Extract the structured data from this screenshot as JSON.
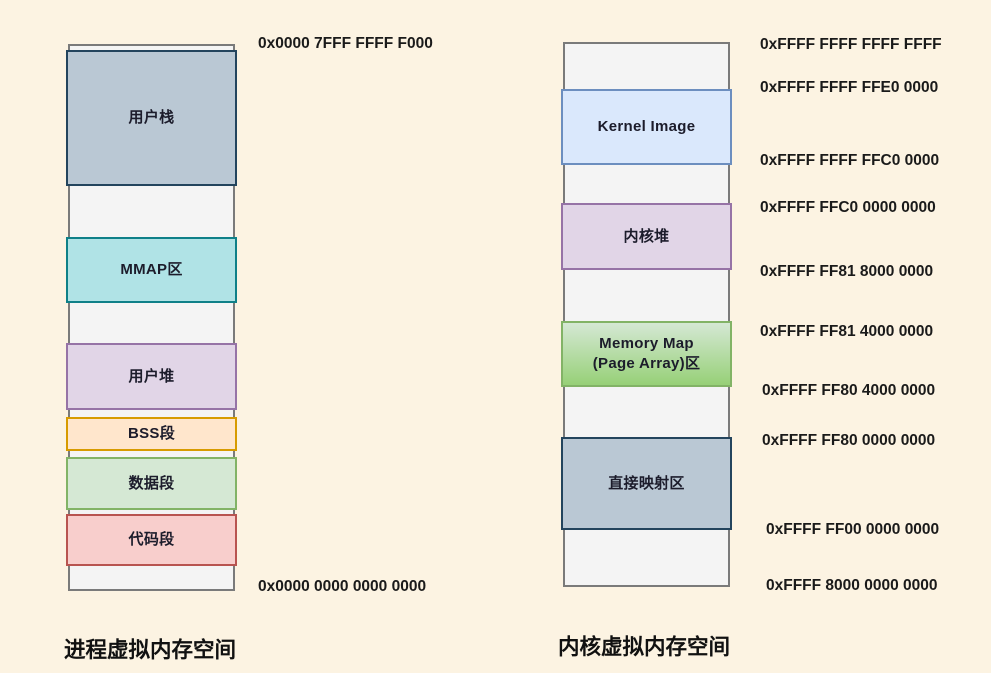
{
  "colors": {
    "background": "#fcf3e2",
    "empty_fill": "#f4f4f4",
    "column_border": "#7a7a7a",
    "label_text": "#1c1c2b",
    "address_text": "#1a1a1a",
    "title_text": "#111111"
  },
  "process_space": {
    "title": "进程虚拟内存空间",
    "top_address": "0x0000 7FFF FFFF F000",
    "bottom_address": "0x0000 0000 0000 0000",
    "segments": {
      "user_stack": {
        "label": "用户栈",
        "fill": "#bac8d4",
        "border": "#23445d"
      },
      "mmap": {
        "label": "MMAP区",
        "fill": "#b0e3e6",
        "border": "#0e8088"
      },
      "user_heap": {
        "label": "用户堆",
        "fill": "#e1d5e7",
        "border": "#9673a6"
      },
      "bss": {
        "label": "BSS段",
        "fill": "#ffe6cc",
        "border": "#d79b00"
      },
      "data": {
        "label": "数据段",
        "fill": "#d5e8d4",
        "border": "#82b366"
      },
      "code": {
        "label": "代码段",
        "fill": "#f8cecc",
        "border": "#b85450"
      }
    }
  },
  "kernel_space": {
    "title": "内核虚拟内存空间",
    "segments": {
      "kernel_image": {
        "label": "Kernel Image",
        "fill": "#dae8fc",
        "border": "#6c8ebf"
      },
      "kernel_heap": {
        "label": "内核堆",
        "fill": "#e1d5e7",
        "border": "#9673a6"
      },
      "memory_map": {
        "label_line1": "Memory Map",
        "label_line2": "(Page Array)区",
        "gradient_top": "#d5e8d4",
        "gradient_bottom": "#97d077",
        "border": "#82b366"
      },
      "direct_map": {
        "label": "直接映射区",
        "fill": "#bac8d4",
        "border": "#23445d"
      }
    },
    "addresses": [
      "0xFFFF FFFF FFFF FFFF",
      "0xFFFF FFFF FFE0 0000",
      "0xFFFF FFFF FFC0 0000",
      "0xFFFF FFC0 0000 0000",
      "0xFFFF FF81 8000 0000",
      "0xFFFF FF81 4000 0000",
      "0xFFFF FF80 4000 0000",
      "0xFFFF FF80 0000 0000",
      "0xFFFF FF00 0000 0000",
      "0xFFFF 8000 0000 0000"
    ]
  }
}
